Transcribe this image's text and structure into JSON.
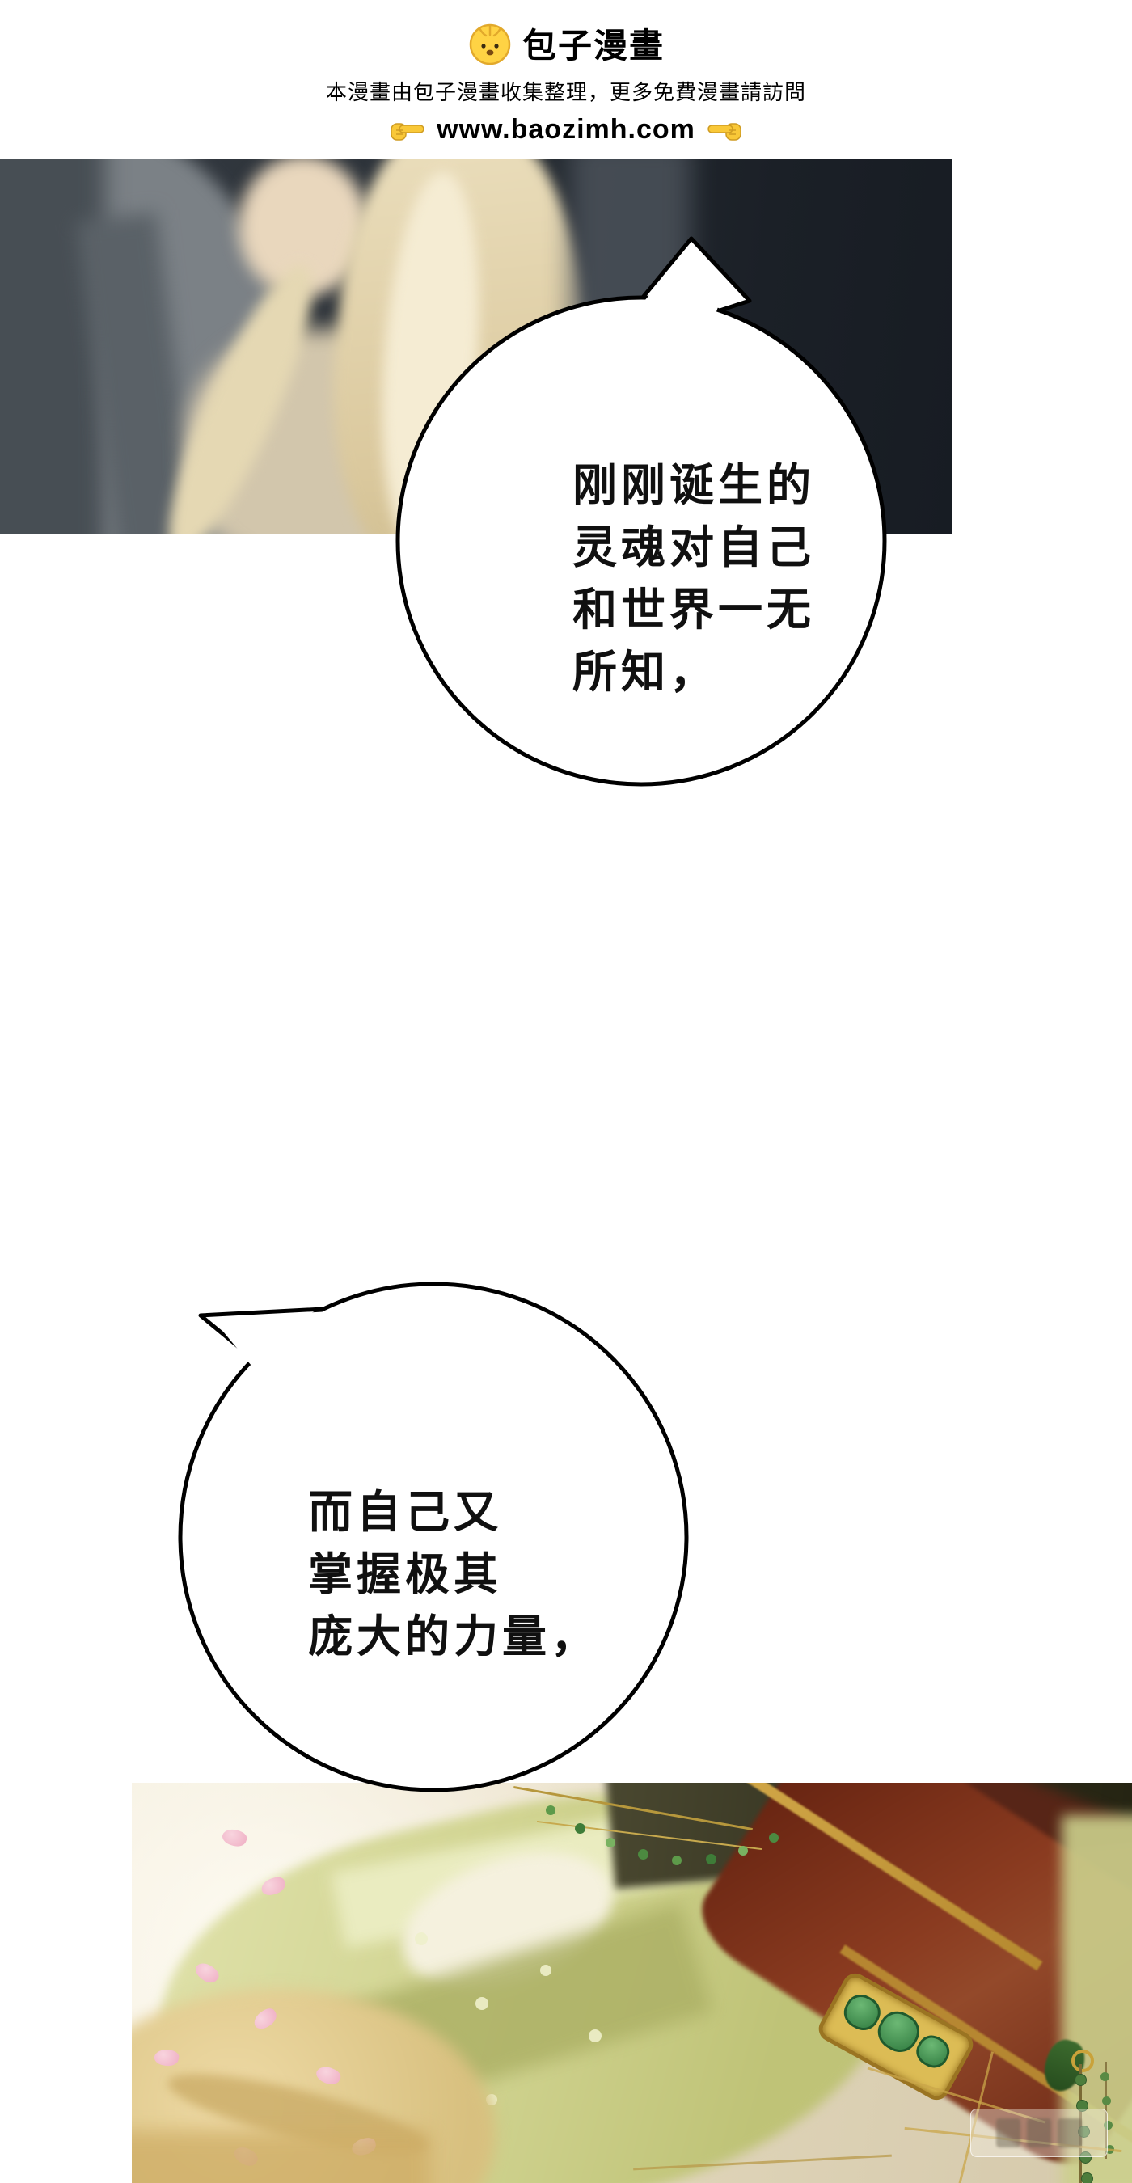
{
  "header": {
    "site_name": "包子漫畫",
    "notice": "本漫畫由包子漫畫收集整理，更多免費漫畫請訪問",
    "url": "www.baozimh.com"
  },
  "bubbles": [
    {
      "lines": [
        "刚刚诞生的",
        "灵魂对自己",
        "和世界一无",
        "所知，"
      ]
    },
    {
      "lines": [
        "而自己又",
        "掌握极其",
        "庞大的力量，"
      ]
    }
  ],
  "icons": {
    "logo": "baozi-bun-icon",
    "point_right": "pointing-right-hand-icon",
    "point_left": "pointing-left-hand-icon"
  },
  "colors": {
    "brand_yellow": "#ffd344",
    "panel_dark": "#23282e",
    "bubble_outline": "#000000",
    "sash_red": "#7a2c1b",
    "robe_green": "#ced189"
  }
}
